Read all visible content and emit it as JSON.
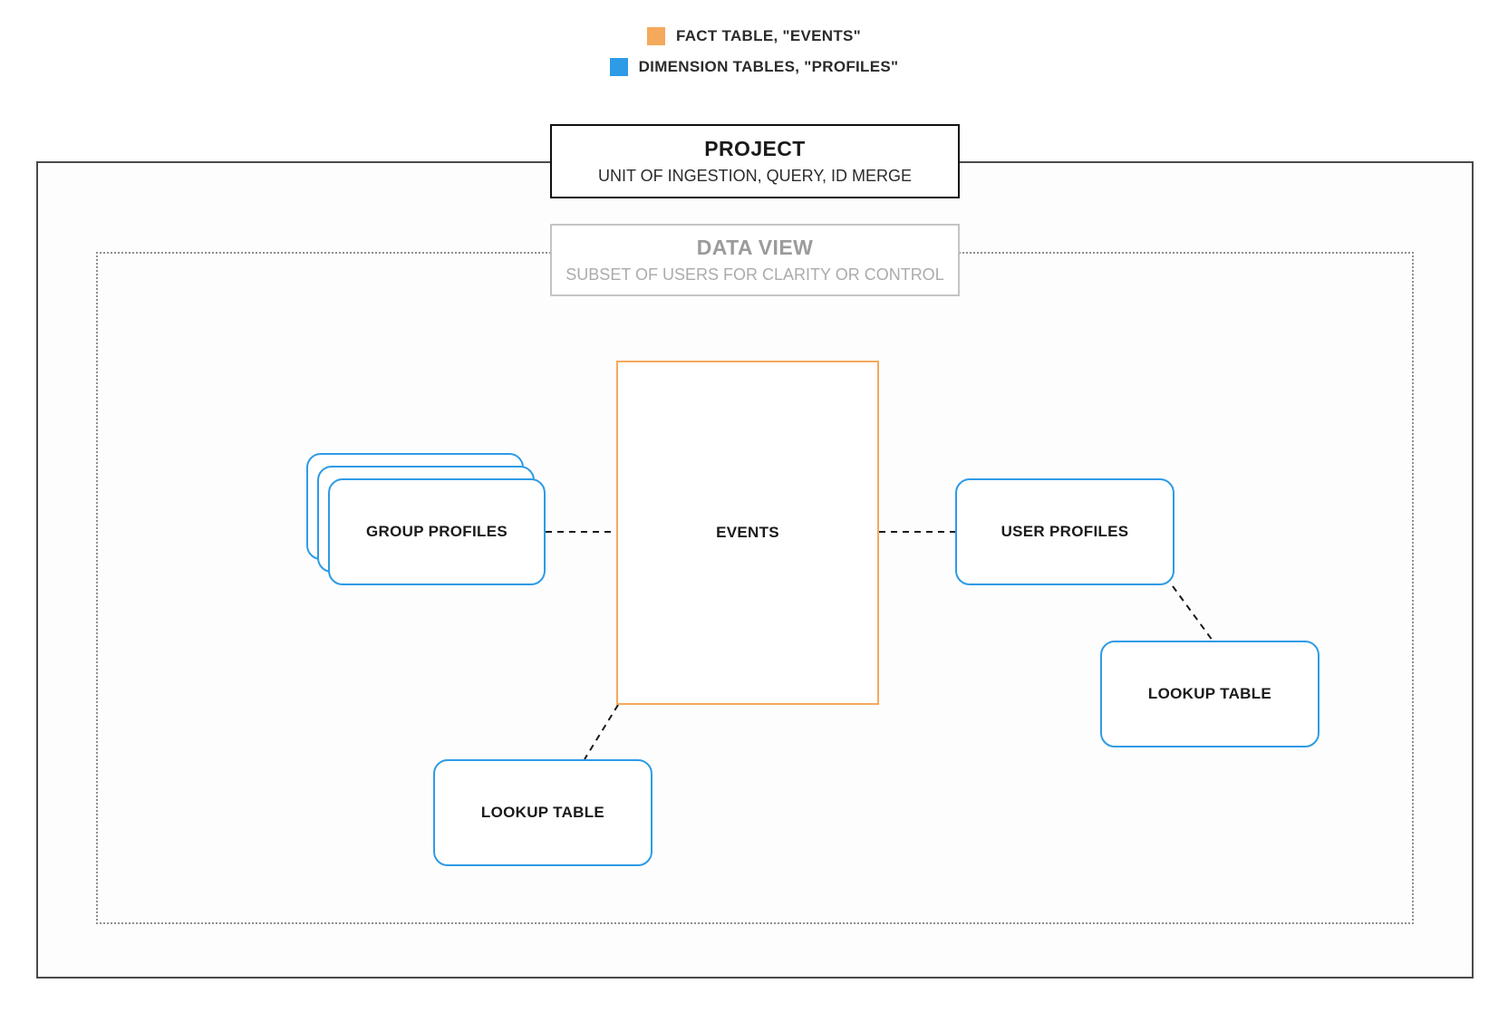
{
  "colors": {
    "fact": "#F5A95C",
    "dimension": "#2E9BE6",
    "muted": "#9B9B9B",
    "line": "#1a1a1a"
  },
  "legend": {
    "items": [
      {
        "swatch": "fact",
        "label": "FACT TABLE, \"EVENTS\""
      },
      {
        "swatch": "dimension",
        "label": "DIMENSION TABLES, \"PROFILES\""
      }
    ]
  },
  "project": {
    "title": "PROJECT",
    "subtitle": "UNIT OF INGESTION, QUERY, ID MERGE"
  },
  "data_view": {
    "title": "DATA VIEW",
    "subtitle": "SUBSET OF USERS FOR CLARITY OR CONTROL"
  },
  "nodes": {
    "events": {
      "label": "EVENTS"
    },
    "group_profiles": {
      "label": "GROUP PROFILES"
    },
    "user_profiles": {
      "label": "USER PROFILES"
    },
    "lookup_table_right": {
      "label": "LOOKUP TABLE"
    },
    "lookup_table_bottom": {
      "label": "LOOKUP TABLE"
    }
  }
}
